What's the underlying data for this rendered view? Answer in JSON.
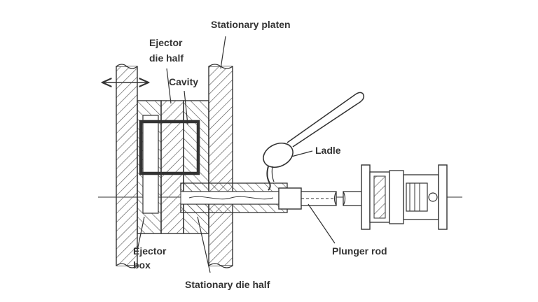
{
  "diagram": {
    "title": "Cold chamber die casting machine",
    "labels": {
      "stationary_platen": "Stationary platen",
      "ejector_die_half_line1": "Ejector",
      "ejector_die_half_line2": "die half",
      "cavity": "Cavity",
      "ladle": "Ladle",
      "plunger_rod": "Plunger rod",
      "ejector_box_line1": "Ejector",
      "ejector_box_line2": "box",
      "stationary_die_half": "Stationary die half"
    }
  },
  "colors": {
    "ink": "#333333",
    "hatch": "#555555",
    "background": "#ffffff"
  }
}
